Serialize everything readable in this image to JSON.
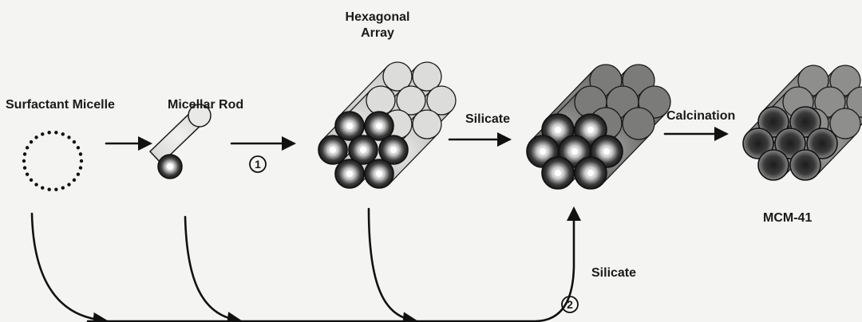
{
  "labels": {
    "surfactant_micelle": "Surfactant Micelle",
    "micellar_rod": "Micellar Rod",
    "hexagonal_array_line1": "Hexagonal",
    "hexagonal_array_line2": "Array",
    "silicate_top": "Silicate",
    "calcination": "Calcination",
    "mcm41": "MCM-41",
    "silicate_bottom": "Silicate"
  },
  "step_markers": {
    "step1": "1",
    "step2": "2"
  }
}
